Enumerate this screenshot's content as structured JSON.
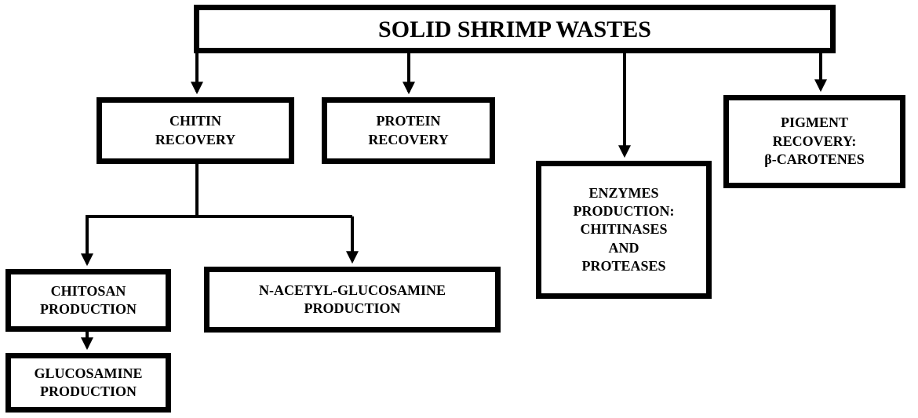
{
  "diagram": {
    "root": "SOLID SHRIMP WASTES",
    "nodes": {
      "chitin": {
        "lines": [
          "CHITIN",
          "RECOVERY"
        ]
      },
      "protein": {
        "lines": [
          "PROTEIN",
          "RECOVERY"
        ]
      },
      "pigment": {
        "lines": [
          "PIGMENT",
          "RECOVERY:",
          "β-CAROTENES"
        ]
      },
      "enzymes": {
        "lines": [
          "ENZYMES",
          "PRODUCTION:",
          "CHITINASES",
          "AND",
          "PROTEASES"
        ]
      },
      "chitosan": {
        "lines": [
          "CHITOSAN",
          "PRODUCTION"
        ]
      },
      "nag": {
        "lines": [
          "N-ACETYL-GLUCOSAMINE",
          "PRODUCTION"
        ]
      },
      "glucosamine": {
        "lines": [
          "GLUCOSAMINE",
          "PRODUCTION"
        ]
      }
    },
    "edges": [
      [
        "root",
        "chitin"
      ],
      [
        "root",
        "protein"
      ],
      [
        "root",
        "enzymes"
      ],
      [
        "root",
        "pigment"
      ],
      [
        "chitin",
        "chitosan"
      ],
      [
        "chitin",
        "nag"
      ],
      [
        "chitosan",
        "glucosamine"
      ]
    ],
    "colors": {
      "line": "#000000",
      "box_fill": "#ffffff",
      "background": "#ffffff"
    }
  }
}
